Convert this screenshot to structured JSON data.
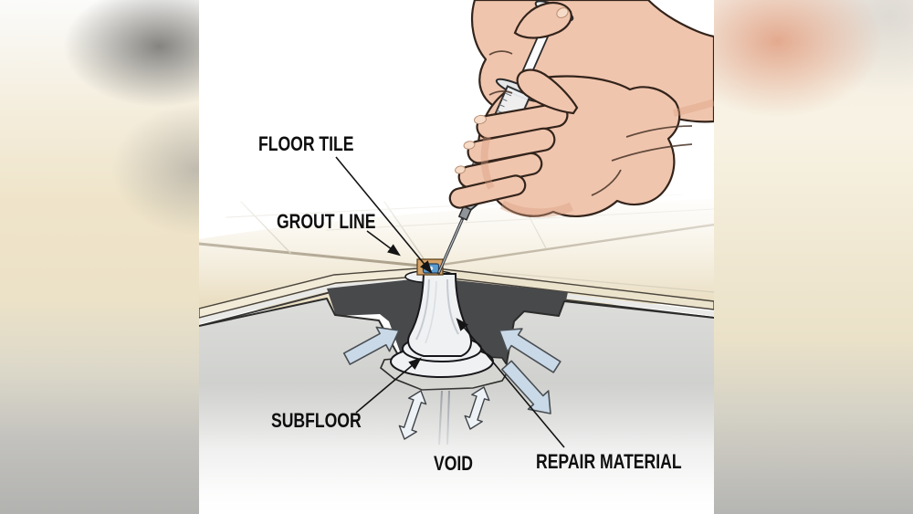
{
  "figure": {
    "type": "instructional-diagram",
    "topic": "Injecting repair material under a hollow floor tile through the grout line",
    "labels": {
      "floor_tile": "FLOOR TILE",
      "grout_line": "GROUT LINE",
      "subfloor": "SUBFLOOR",
      "void": "VOID",
      "repair_material": "REPAIR MATERIAL"
    },
    "colors": {
      "label_text": "#0e0e0e",
      "tile_surface": "#e9ddc0",
      "tile_edge": "#f2ebd8",
      "grout_line_brown": "#8a7a5c",
      "mortar": "#e9eae8",
      "void_dark": "#48494b",
      "concrete": "#d9dad7",
      "repair_material_white": "#eff1f3",
      "flow_arrow_blue": "#c9d9e8",
      "skin": "#f0c5ae",
      "syringe_gray": "#b7bcc1",
      "injection_port_blue": "#5b9bd0",
      "grout_block_tan": "#d7a266"
    }
  }
}
